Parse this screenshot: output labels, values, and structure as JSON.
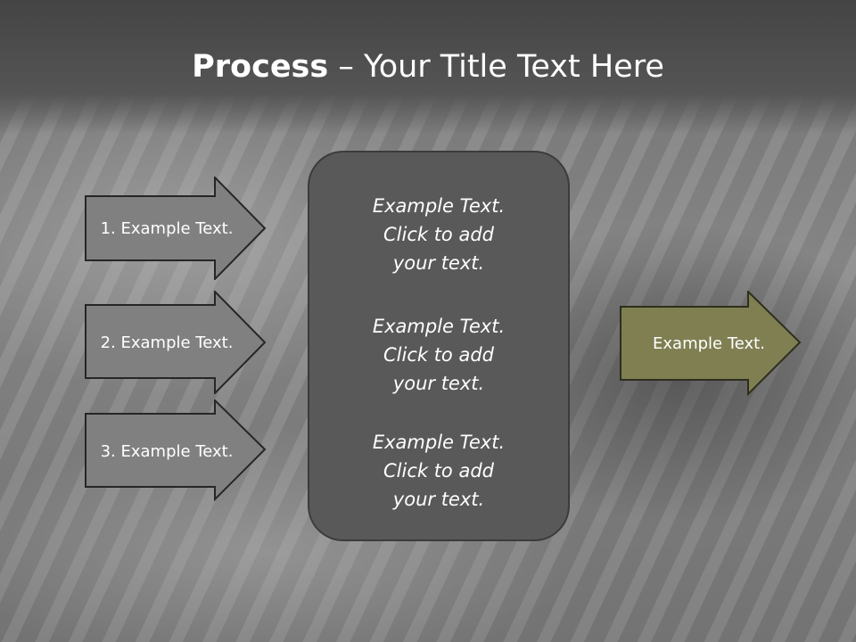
{
  "title": {
    "bold": "Process",
    "rest": " – Your Title Text Here"
  },
  "inputs": [
    {
      "label": "1. Example Text."
    },
    {
      "label": "2. Example Text."
    },
    {
      "label": "3. Example Text."
    }
  ],
  "center": [
    {
      "lines": [
        "Example Text.",
        "Click  to add",
        "your text."
      ]
    },
    {
      "lines": [
        "Example Text.",
        "Click  to add",
        "your text."
      ]
    },
    {
      "lines": [
        "Example Text.",
        "Click  to add",
        "your text."
      ]
    }
  ],
  "output": {
    "label": "Example Text."
  },
  "colors": {
    "input_arrow_fill": "#808080",
    "input_arrow_stroke": "#262626",
    "output_arrow_fill": "#7f7f52",
    "output_arrow_stroke": "#2e2e1e",
    "center_fill": "#595959"
  }
}
